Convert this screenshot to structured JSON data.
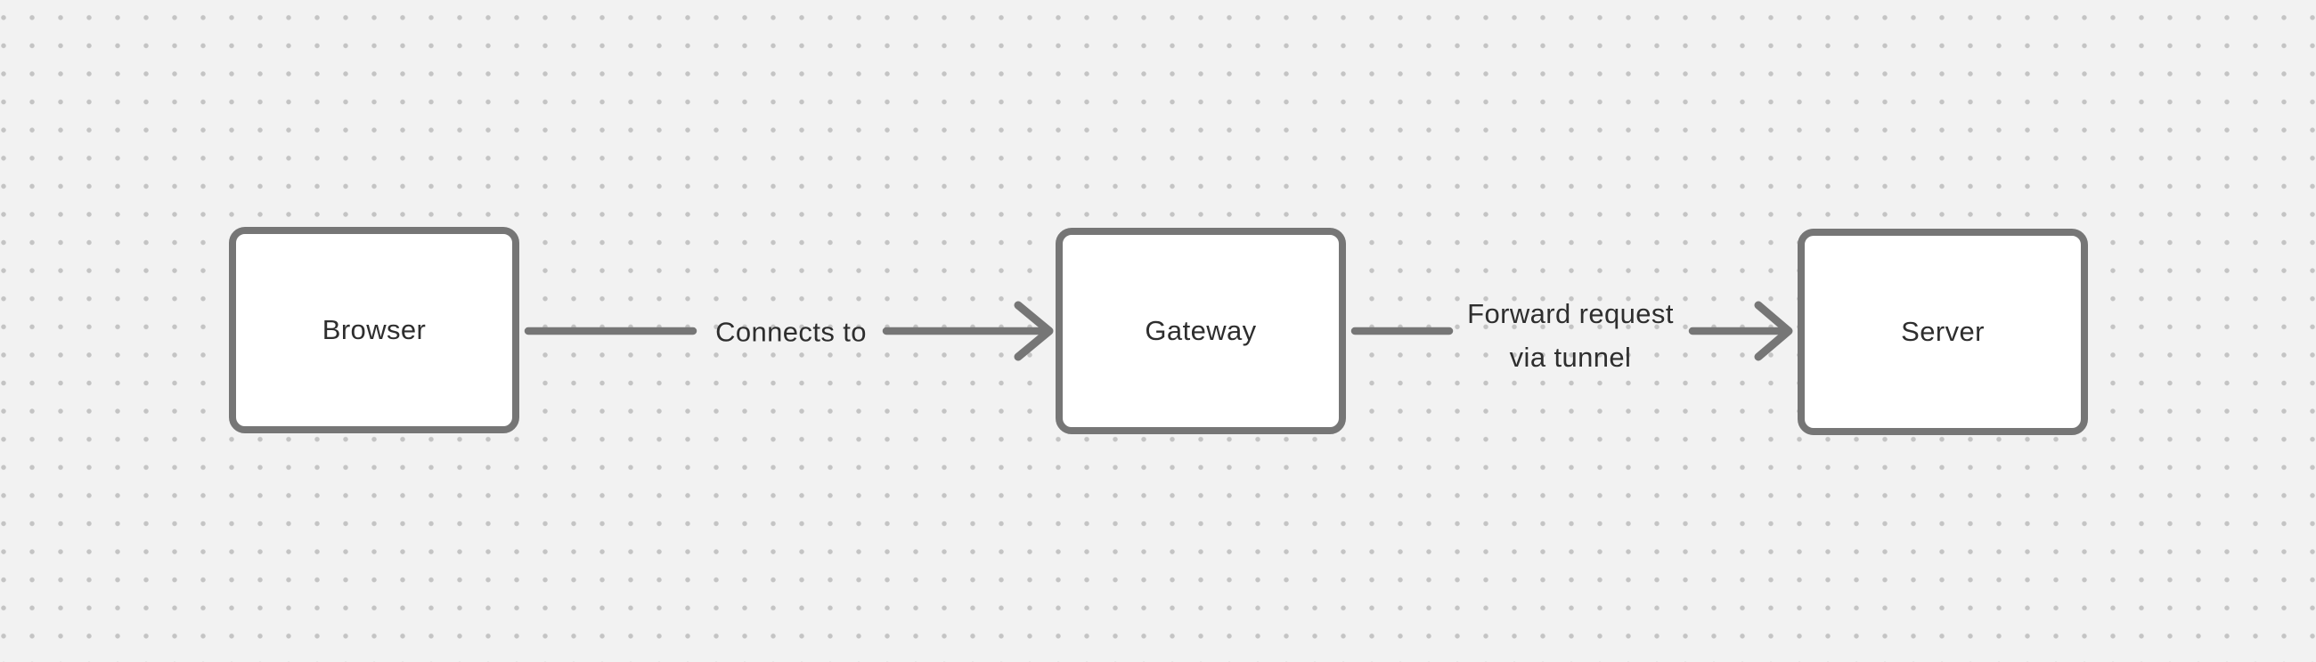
{
  "canvas": {
    "background_color": "#f2f2f2",
    "dot_color": "#c4c4c4"
  },
  "diagram": {
    "colors": {
      "stroke": "#767676",
      "node_fill": "#ffffff",
      "text": "#2e2e2e"
    },
    "nodes": [
      {
        "id": "browser",
        "label": "Browser"
      },
      {
        "id": "gateway",
        "label": "Gateway"
      },
      {
        "id": "server",
        "label": "Server"
      }
    ],
    "connectors": [
      {
        "from": "browser",
        "to": "gateway",
        "label": "Connects to"
      },
      {
        "from": "gateway",
        "to": "server",
        "label": "Forward request via tunnel",
        "label_lines": [
          "Forward request",
          "via tunnel"
        ]
      }
    ]
  }
}
